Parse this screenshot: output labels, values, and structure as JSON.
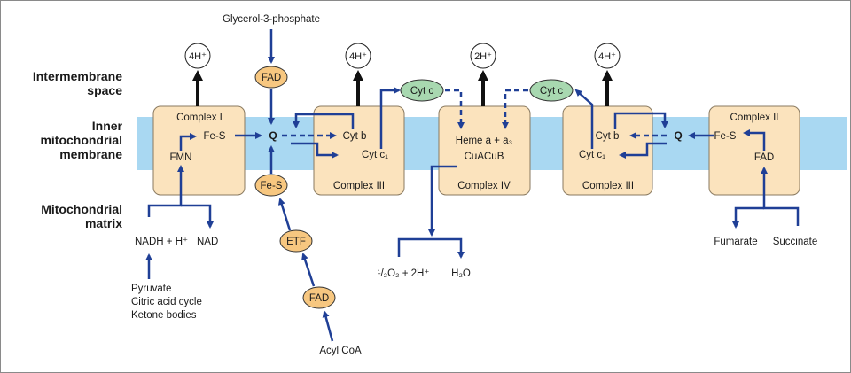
{
  "colors": {
    "membrane": "#a9d8f2",
    "complex_fill": "#fbe3bd",
    "complex_stroke": "#8a7a60",
    "carrier_fill": "#f7c780",
    "cytc_fill": "#a8d8b0",
    "arrow": "#1f3f96",
    "proton_arrow": "#111111"
  },
  "regions": {
    "intermembrane_line1": "Intermembrane",
    "intermembrane_line2": "space",
    "inner_line1": "Inner",
    "inner_line2": "mitochondrial",
    "inner_line3": "membrane",
    "matrix_line1": "Mitochondrial",
    "matrix_line2": "matrix"
  },
  "protons": {
    "complex1": "4H⁺",
    "complex3_left": "4H⁺",
    "complex4": "2H⁺",
    "complex3_right": "4H⁺"
  },
  "complexes": {
    "c1": {
      "name": "Complex I",
      "fes": "Fe-S",
      "fmn": "FMN"
    },
    "c3_left": {
      "name": "Complex III",
      "cytb": "Cyt b",
      "cytc1": "Cyt c₁"
    },
    "c4": {
      "name": "Complex IV",
      "heme": "Heme a + a₃",
      "cu": "CuACuB"
    },
    "c3_right": {
      "name": "Complex III",
      "cytb": "Cyt b",
      "cytc1": "Cyt c₁"
    },
    "c2": {
      "name": "Complex II",
      "fes": "Fe-S",
      "fad": "FAD"
    }
  },
  "carriers": {
    "q_left": "Q",
    "q_right": "Q",
    "fad_top": "FAD",
    "fes_mid": "Fe-S",
    "etf": "ETF",
    "fad_bottom": "FAD",
    "cytc_left": "Cyt c",
    "cytc_right": "Cyt c"
  },
  "substrates": {
    "glycerol3p": "Glycerol-3-phosphate",
    "nadh": "NADH + H⁺",
    "nad": "NAD",
    "pyruvate": "Pyruvate",
    "citric": "Citric acid cycle",
    "ketone": "Ketone bodies",
    "acylcoa": "Acyl CoA",
    "oxygen": "¹/₂O₂ + 2H⁺",
    "water": "H₂O",
    "fumarate": "Fumarate",
    "succinate": "Succinate"
  }
}
